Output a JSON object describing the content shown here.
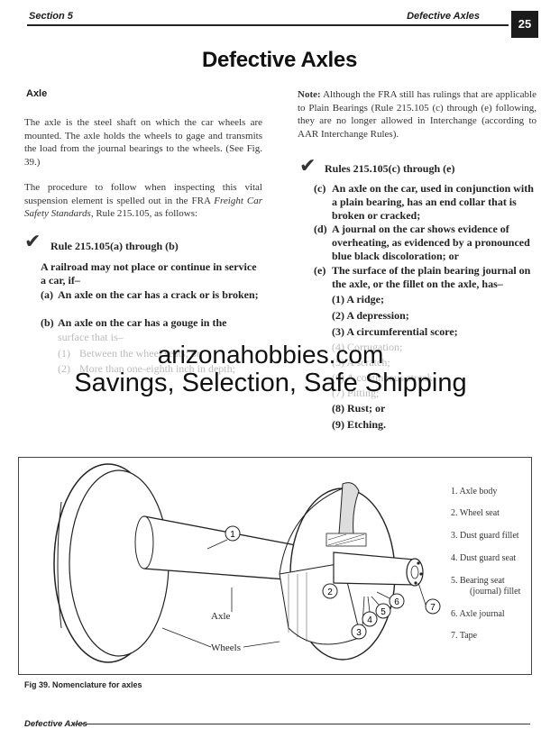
{
  "header": {
    "section": "Section 5",
    "title": "Defective Axles",
    "page": "25"
  },
  "page_title": "Defective Axles",
  "subheading": "Axle",
  "left": {
    "para1": "The axle is the steel shaft on which the car wheels are mounted. The axle holds the wheels to gage and transmits the load from the journal bearings to the wheels. (See Fig. 39.)",
    "para2_pre": "The procedure to follow when inspecting this vital suspension element is spelled out in the FRA ",
    "para2_em": "Freight Car Safety Standards",
    "para2_post": ", Rule 215.105, as follows:",
    "rule_title": "Rule 215.105(a) through (b)",
    "rule_intro": "A railroad may not place or continue in service a car, if–",
    "items": [
      {
        "label": "(a)",
        "text": "An axle on the car has a crack or is broken;"
      },
      {
        "label": "(b)",
        "text": "An axle on the car has a gouge in  the"
      }
    ],
    "faded_line": "surface that is–",
    "faded_items": [
      {
        "label": "(1)",
        "text": "Between the wheel seats; or"
      },
      {
        "label": "(2)",
        "text": "More than one-eighth inch in depth;"
      }
    ]
  },
  "right": {
    "note_label": "Note:",
    "note_text": " Although the FRA still has rulings that are applicable to Plain Bearings (Rule 215.105 (c) through (e) following, they are no longer allowed in Interchange (according to AAR Interchange Rules).",
    "rule_title": "Rules 215.105(c) through (e)",
    "items": [
      {
        "label": "(c)",
        "text": "An axle on the car, used in conjunction with a plain bearing, has an end collar that is broken or cracked;"
      },
      {
        "label": "(d)",
        "text": "A journal on the car shows evidence of overheating, as evidenced by a pronounced blue black discoloration; or"
      },
      {
        "label": "(e)",
        "text": "The surface of the plain bearing journal on the axle, or the fillet on the axle, has–"
      }
    ],
    "sub_items": [
      {
        "label": "(1)",
        "text": "A ridge;"
      },
      {
        "label": "(2)",
        "text": "A depression;"
      },
      {
        "label": "(3)",
        "text": "A circumferential score;"
      },
      {
        "label": "(4)",
        "text": "Corrugation;"
      },
      {
        "label": "(5)",
        "text": "A scratch;"
      },
      {
        "label": "(6)",
        "text": "A continuous streak;"
      },
      {
        "label": "(7)",
        "text": "Pitting;"
      },
      {
        "label": "(8)",
        "text": "Rust; or"
      },
      {
        "label": "(9)",
        "text": "Etching."
      }
    ]
  },
  "watermark": {
    "line1": "arizonahobbies.com",
    "line2": "Savings, Selection, Safe Shipping"
  },
  "figure": {
    "labels": {
      "axle": "Axle",
      "wheels": "Wheels"
    },
    "callouts": [
      "1",
      "2",
      "3",
      "4",
      "5",
      "6",
      "7"
    ],
    "legend": [
      "1.  Axle body",
      "2.  Wheel seat",
      "3.  Dust guard fillet",
      "4.  Dust guard seat",
      "5.  Bearing seat",
      "(journal) fillet",
      "6.  Axle journal",
      "7.  Tape"
    ],
    "caption": "Fig 39.  Nomenclature for axles"
  },
  "footer": {
    "title": "Defective Axles"
  },
  "colors": {
    "header_box": "#1b1b1b",
    "text": "#333333",
    "faded": "#bbbbbb"
  }
}
